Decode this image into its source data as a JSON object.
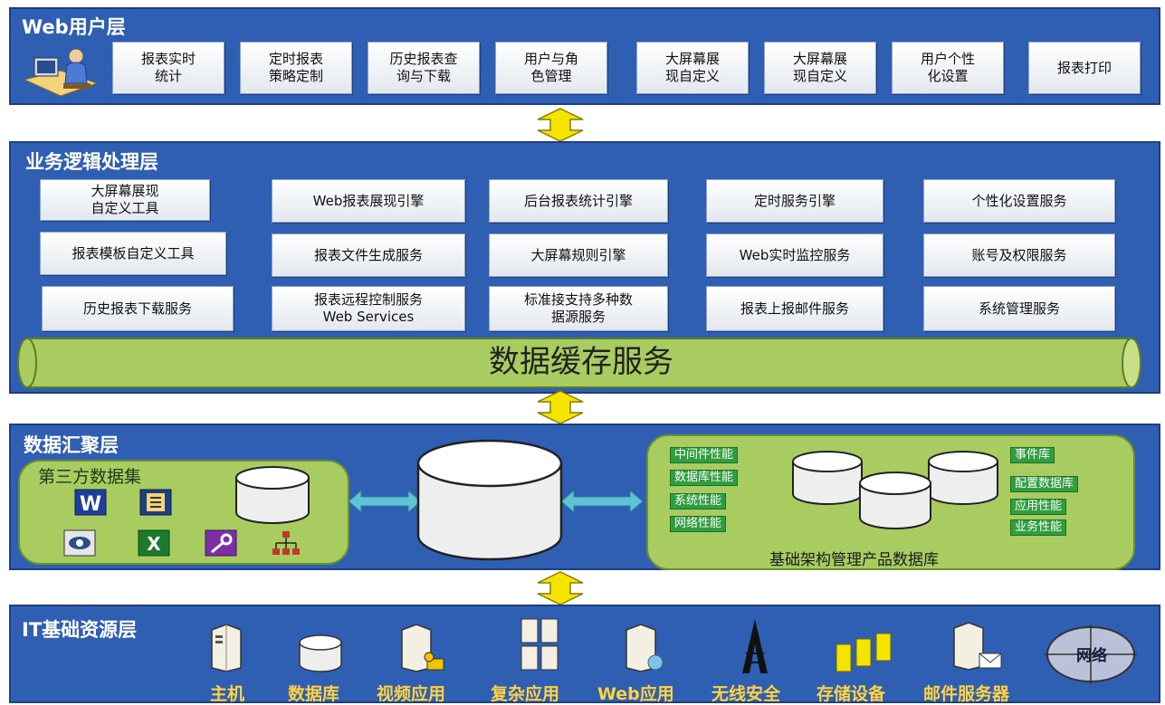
{
  "web_layer": {
    "title": "Web用户层",
    "boxes": [
      "报表实时\n统计",
      "定时报表\n策略定制",
      "历史报表查\n询与下载",
      "用户与角\n色管理",
      "大屏幕展\n现自定义",
      "大屏幕展\n现自定义",
      "用户个性\n化设置",
      "报表打印"
    ]
  },
  "logic_layer": {
    "title": "业务逻辑处理层",
    "col1": [
      "大屏幕展现\n自定义工具",
      "报表模板自定义工具",
      "历史报表下载服务"
    ],
    "col2": [
      "Web报表展现引擎",
      "报表文件生成服务",
      "报表远程控制服务\nWeb Services"
    ],
    "col3": [
      "后台报表统计引擎",
      "大屏幕规则引擎",
      "标准接支持多种数\n据源服务"
    ],
    "col4": [
      "定时服务引擎",
      "Web实时监控服务",
      "报表上报邮件服务"
    ],
    "col5": [
      "个性化设置服务",
      "账号及权限服务",
      "系统管理服务"
    ],
    "cache": "数据缓存服务"
  },
  "aggregation_layer": {
    "title": "数据汇聚层",
    "third_party": "第三方数据集",
    "left_tags": [
      "中间件性能",
      "数据库性能",
      "系统性能",
      "网络性能"
    ],
    "right_tags": [
      "事件库",
      "配置数据库",
      "应用性能",
      "业务性能"
    ],
    "infra_db": "基础架构管理产品数据库"
  },
  "it_layer": {
    "title": "IT基础资源层",
    "items": [
      "主机",
      "数据库",
      "视频应用",
      "复杂应用",
      "Web应用",
      "无线安全",
      "存储设备",
      "邮件服务器"
    ],
    "network": "网络"
  },
  "colors": {
    "layer_blue": "#2f5fb3",
    "arrow_yellow": "#f5e400",
    "cache_green": "#a9cc60",
    "label_yellow": "#ffd23f"
  }
}
